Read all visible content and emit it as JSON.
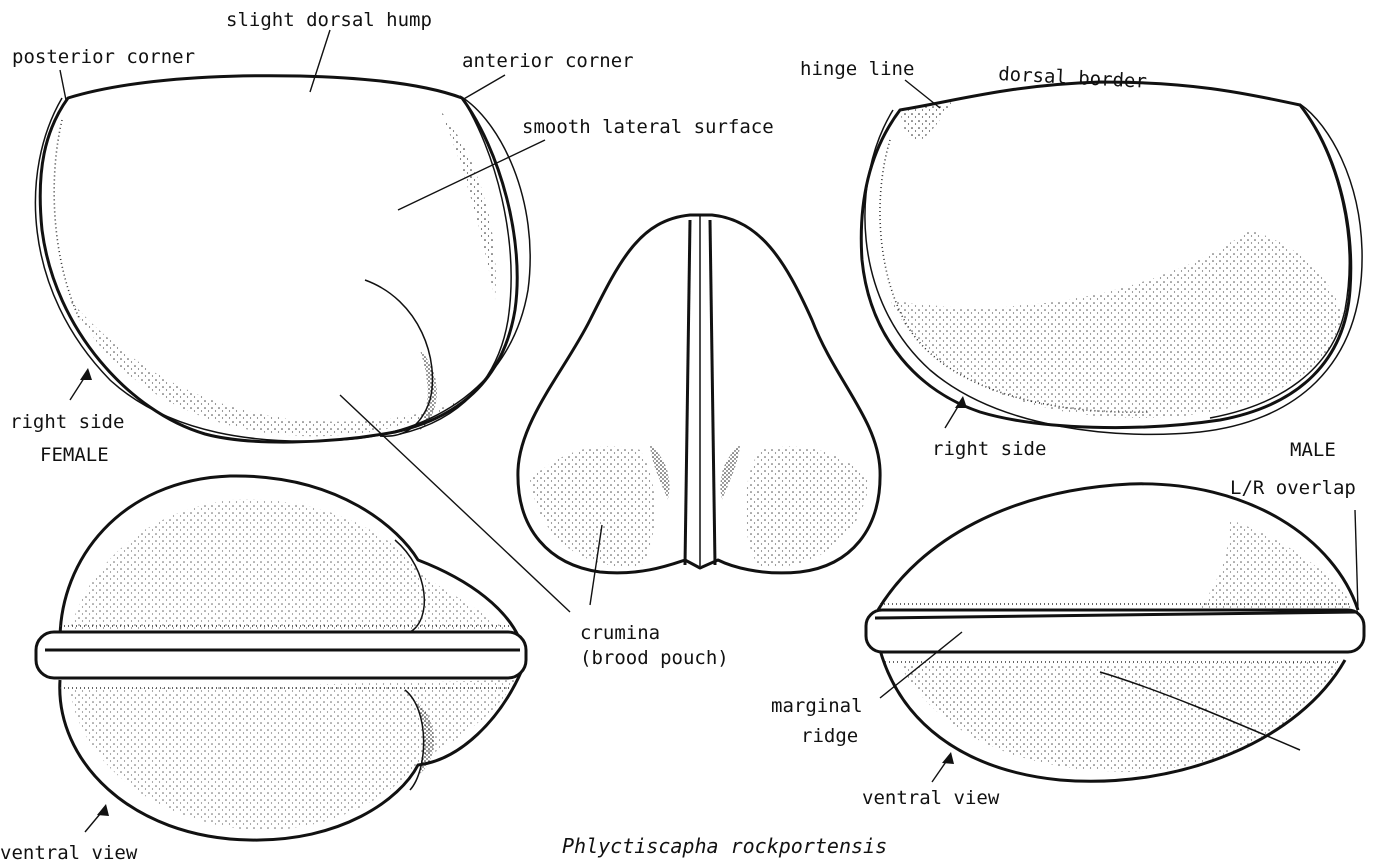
{
  "labels": {
    "slight_dorsal_hump": "slight dorsal hump",
    "posterior_corner": "posterior corner",
    "anterior_corner": "anterior corner",
    "smooth_lateral_surface": "smooth lateral surface",
    "right_side_female": "right side",
    "female": "FEMALE",
    "hinge_line": "hinge line",
    "dorsal_border": "dorsal border",
    "right_side_male": "right side",
    "male": "MALE",
    "lr_overlap": "L/R overlap",
    "crumina": "crumina",
    "brood_pouch": "(brood pouch)",
    "marginal_ridge_1": "marginal",
    "marginal_ridge_2": "ridge",
    "ventral_view_male": "ventral view",
    "ventral_view_female": "ventral view"
  },
  "caption": "Phlyctiscapha rockportensis",
  "colors": {
    "ink": "#111111",
    "paper": "#ffffff"
  }
}
